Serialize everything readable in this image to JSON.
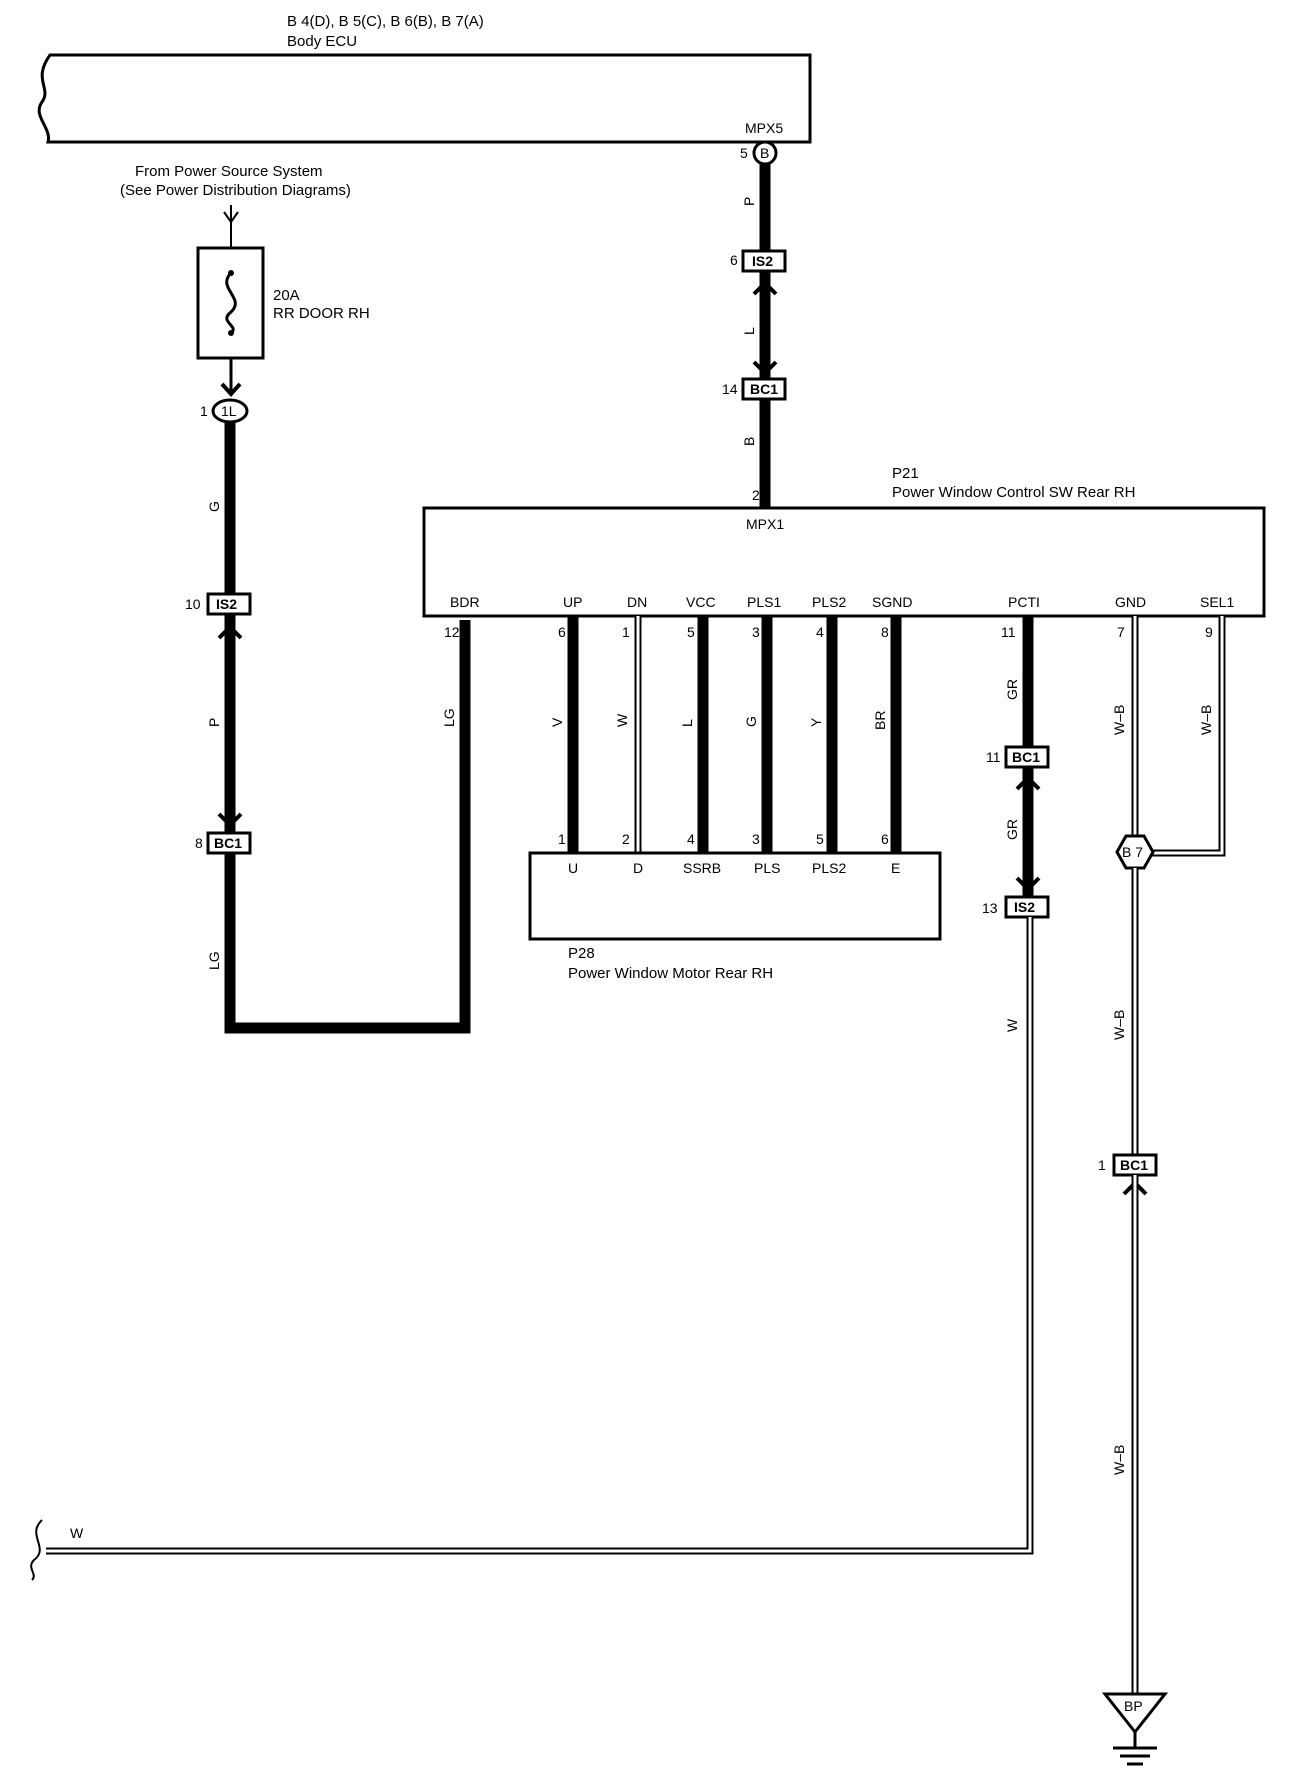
{
  "body_ecu": {
    "codes": "B 4(D), B 5(C), B 6(B), B 7(A)",
    "name": "Body ECU",
    "terminal": "MPX5",
    "pin": "5",
    "pin_code": "B"
  },
  "power_source": {
    "line1": "From Power Source System",
    "line2": "(See Power Distribution Diagrams)"
  },
  "fuse": {
    "rating": "20A",
    "name": "RR DOOR RH"
  },
  "switch": {
    "code": "P21",
    "name": "Power Window Control SW Rear RH",
    "top_terminal": "MPX1",
    "top_pin": "2",
    "terminals": [
      {
        "label": "BDR",
        "pin": "12",
        "wire": "LG"
      },
      {
        "label": "UP",
        "pin": "6",
        "wire": "V"
      },
      {
        "label": "DN",
        "pin": "1",
        "wire": "W"
      },
      {
        "label": "VCC",
        "pin": "5",
        "wire": "L"
      },
      {
        "label": "PLS1",
        "pin": "3",
        "wire": "G"
      },
      {
        "label": "PLS2",
        "pin": "4",
        "wire": "Y"
      },
      {
        "label": "SGND",
        "pin": "8",
        "wire": "BR"
      },
      {
        "label": "PCTI",
        "pin": "11",
        "wire": "GR"
      },
      {
        "label": "GND",
        "pin": "7",
        "wire": "W–B"
      },
      {
        "label": "SEL1",
        "pin": "9",
        "wire": "W–B"
      }
    ]
  },
  "motor": {
    "code": "P28",
    "name": "Power Window Motor Rear RH",
    "terminals": [
      {
        "label": "U",
        "pin": "1"
      },
      {
        "label": "D",
        "pin": "2"
      },
      {
        "label": "SSRB",
        "pin": "4"
      },
      {
        "label": "PLS",
        "pin": "3"
      },
      {
        "label": "PLS2",
        "pin": "5"
      },
      {
        "label": "E",
        "pin": "6"
      }
    ]
  },
  "connectors": {
    "is2_upper": {
      "pin": "6",
      "name": "IS2"
    },
    "bc1_upper": {
      "pin": "14",
      "name": "BC1"
    },
    "j1l": {
      "pin": "1",
      "name": "1L"
    },
    "is2_left": {
      "pin": "10",
      "name": "IS2"
    },
    "bc1_left": {
      "pin": "8",
      "name": "BC1"
    },
    "bc1_pcti": {
      "pin": "11",
      "name": "BC1"
    },
    "is2_pcti": {
      "pin": "13",
      "name": "IS2"
    },
    "b7": {
      "name": "B 7"
    },
    "bc1_gnd": {
      "pin": "1",
      "name": "BC1"
    },
    "ground": {
      "name": "BP"
    }
  },
  "wires": {
    "ecu_to_is2": "P",
    "is2_to_bc1": "L",
    "bc1_to_sw": "B",
    "left_top": "G",
    "left_mid": "P",
    "left_bottom": "LG",
    "pcti_mid": "GR",
    "pcti_bottom": "W",
    "gnd_mid": "W–B",
    "gnd_low": "W–B",
    "bottom_left": "W"
  }
}
